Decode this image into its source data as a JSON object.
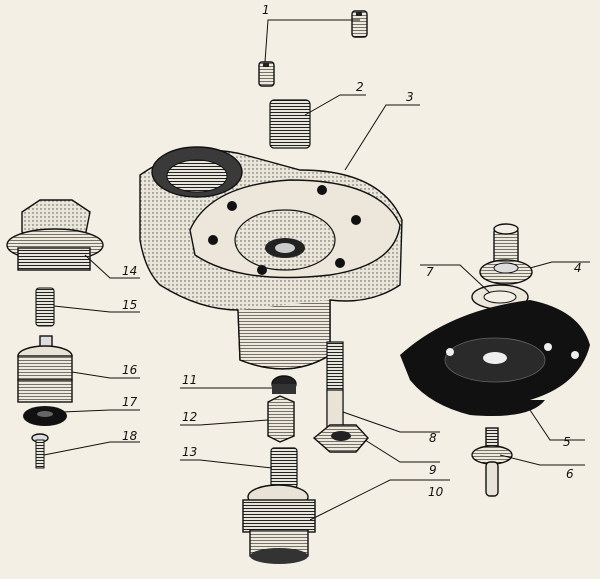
{
  "diagram": {
    "labels": [
      "1",
      "2",
      "3",
      "4",
      "5",
      "6",
      "7",
      "8",
      "9",
      "10",
      "11",
      "12",
      "13",
      "14",
      "15",
      "16",
      "17",
      "18"
    ],
    "colors": {
      "paper": "#f3efe4",
      "ink": "#111111",
      "shade": "#8a8a8a",
      "light": "#d8d4c8"
    }
  }
}
